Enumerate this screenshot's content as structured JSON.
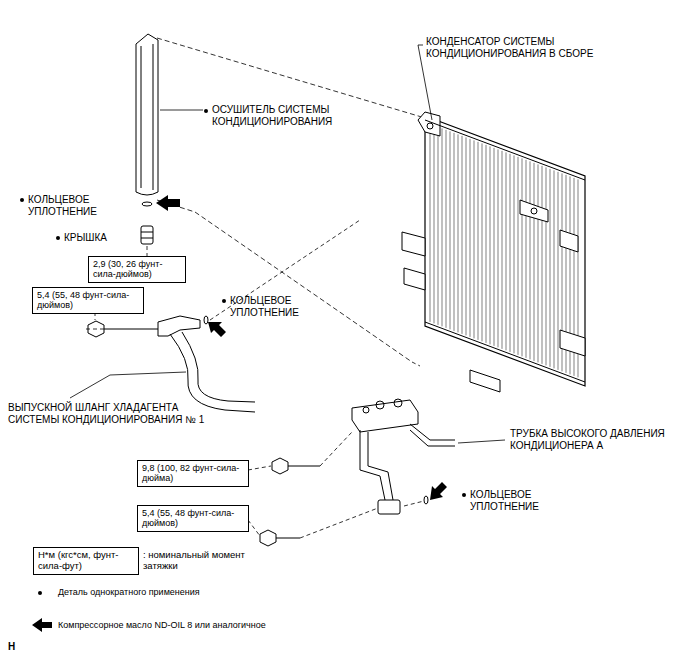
{
  "diagram": {
    "nodes": [
      {
        "text": [
          "2,9 (30, 26 фунт-сила-дюймов)"
        ]
      },
      {
        "text": [
          "5,4 (55, 48 фунт-сила-дюймов)"
        ]
      },
      {
        "text": [
          "9,8 (100, 82 фунт-сила-дюйма)"
        ]
      },
      {
        "text": [
          "5,4 (55, 48 фунт-сила-дюймов)"
        ]
      },
      {
        "text": [
          "Н*м (кгс*см, фунт-сила-фут)"
        ]
      }
    ],
    "labels": [
      "КОНДЕНСАТОР СИСТЕМЫ КОНДИЦИОНИРОВАНИЯ В СБОРЕ",
      "ОСУШИТЕЛЬ СИСТЕМЫ КОНДИЦИОНИРОВАНИЯ",
      "КОЛЬЦЕВОЕ УПЛОТНЕНИЕ",
      "КРЫШКА",
      "КОЛЬЦЕВОЕ УПЛОТНЕНИЕ",
      "ВЫПУСКНОЙ ШЛАНГ ХЛАДАГЕНТА СИСТЕМЫ КОНДИЦИОНИРОВАНИЯ № 1",
      "ТРУБКА ВЫСОКОГО ДАВЛЕНИЯ КОНДИЦИОНЕРА А",
      "КОЛЬЦЕВОЕ УПЛОТНЕНИЕ",
      ": номинальный момент затяжки",
      "H"
    ],
    "legend": [
      {
        "text": "Деталь однократного применения"
      },
      {
        "text": "Компрессорное масло ND-OIL 8 или аналогичное"
      }
    ]
  }
}
